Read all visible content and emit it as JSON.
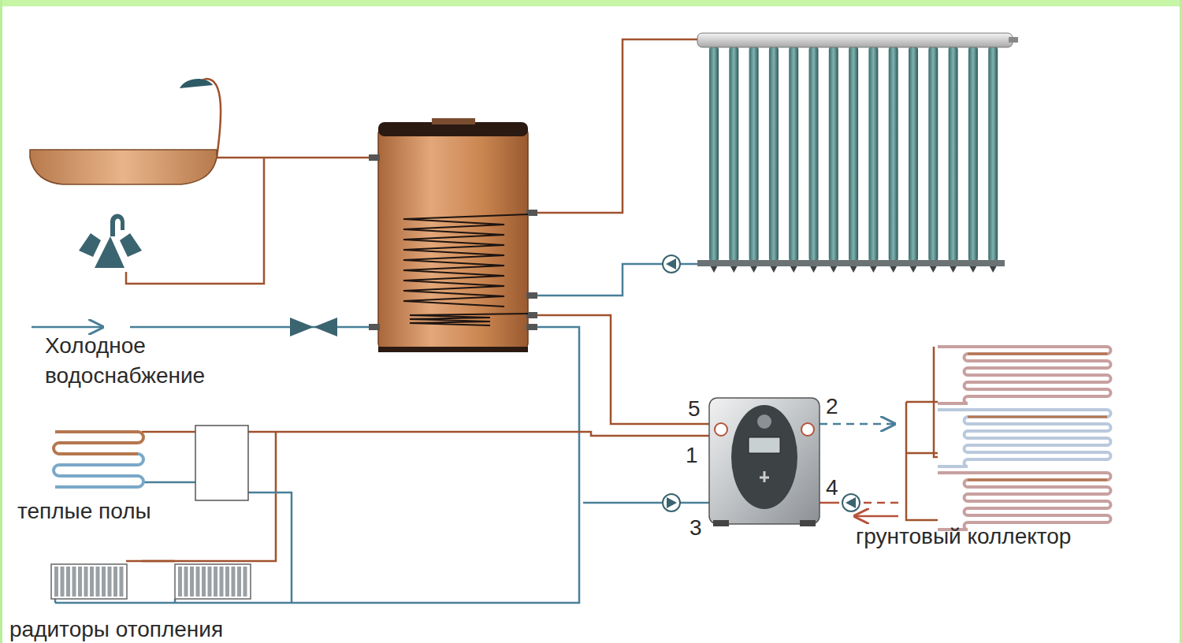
{
  "diagram": {
    "labels": [
      "Холодное водоснабжение",
      "теплые полы",
      "радиторы отопления",
      "грунтовый коллектор",
      "5",
      "2",
      "1",
      "4",
      "3"
    ]
  }
}
